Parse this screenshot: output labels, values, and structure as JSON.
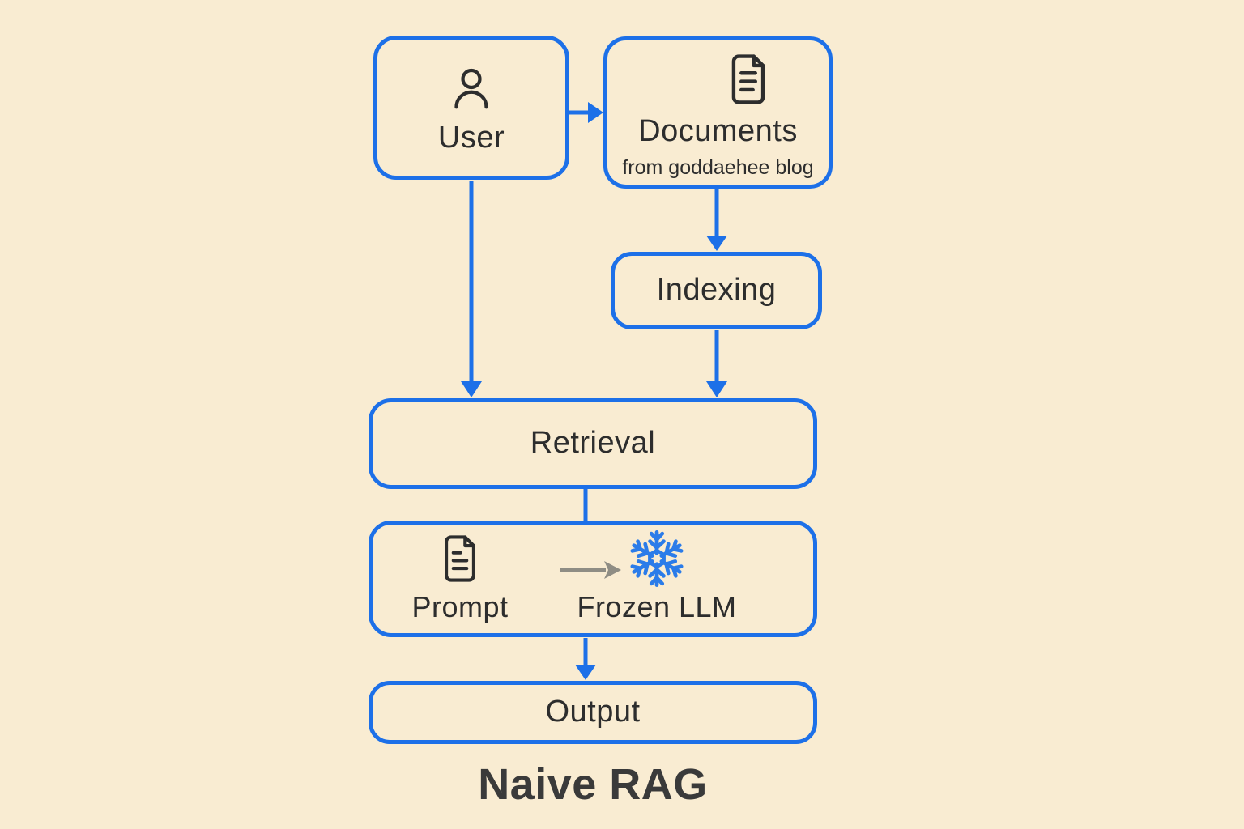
{
  "title": "Naive RAG",
  "colors": {
    "background": "#f9ecd2",
    "box_border": "#1d70e8",
    "arrow_blue": "#1d70e8",
    "snowflake_blue": "#2b7ce9",
    "gray_arrow": "#8f8d84",
    "text": "#2d2d2d",
    "title_text": "#3a3a3a"
  },
  "nodes": {
    "user": {
      "label": "User",
      "icon": "person-icon"
    },
    "documents": {
      "label": "Documents",
      "sublabel": "from goddaehee blog",
      "icon": "document-icon"
    },
    "indexing": {
      "label": "Indexing"
    },
    "retrieval": {
      "label": "Retrieval"
    },
    "prompt": {
      "label": "Prompt",
      "icon": "document-icon"
    },
    "frozen_llm": {
      "label": "Frozen LLM",
      "icon": "snowflake-icon"
    },
    "output": {
      "label": "Output"
    }
  },
  "edges": [
    {
      "from": "user",
      "to": "documents",
      "arrow": true,
      "color": "blue"
    },
    {
      "from": "user",
      "to": "retrieval",
      "arrow": true,
      "color": "blue"
    },
    {
      "from": "documents",
      "to": "indexing",
      "arrow": true,
      "color": "blue"
    },
    {
      "from": "indexing",
      "to": "retrieval",
      "arrow": true,
      "color": "blue"
    },
    {
      "from": "retrieval",
      "to": "prompt_llm",
      "arrow": false,
      "color": "blue"
    },
    {
      "from": "prompt",
      "to": "frozen_llm",
      "arrow": true,
      "color": "gray"
    },
    {
      "from": "prompt_llm",
      "to": "output",
      "arrow": true,
      "color": "blue"
    }
  ]
}
